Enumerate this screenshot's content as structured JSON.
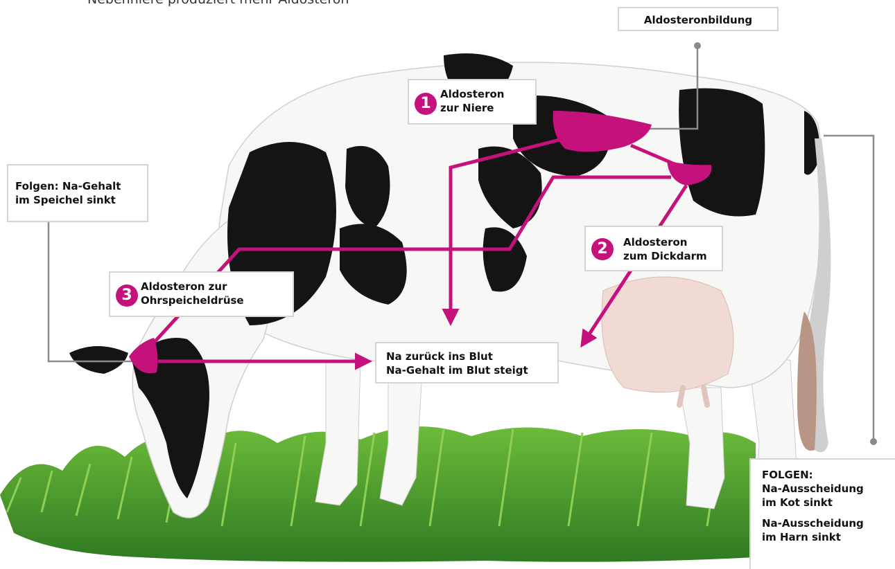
{
  "header": {
    "caption": "Nebenniere produziert mehr Aldosteron"
  },
  "labels": {
    "aldosteronbildung": "Aldosteronbildung",
    "step1": {
      "number": "1",
      "text": "Aldosteron\nzur Niere"
    },
    "step2": {
      "number": "2",
      "text": "Aldosteron\nzum Dickdarm"
    },
    "step3": {
      "number": "3",
      "text": "Aldosteron zur\nOhrspeicheldrüse"
    },
    "speichel": "Folgen: Na-Gehalt\nim Speichel sinkt",
    "blut": "Na zurück ins Blut\nNa-Gehalt im Blut steigt",
    "folgen": {
      "title": "FOLGEN:",
      "line1": "Na-Ausscheidung\nim Kot sinkt",
      "line2": "Na-Ausscheidung\nim Harn sinkt"
    }
  },
  "colors": {
    "accent": "#c4117c",
    "leader": "#8a8a8a",
    "box_border": "#d4d4d4",
    "grass": "#3f8f2a",
    "cow_black": "#141414",
    "cow_white": "#f7f7f5",
    "udder": "#f1d9d4"
  }
}
